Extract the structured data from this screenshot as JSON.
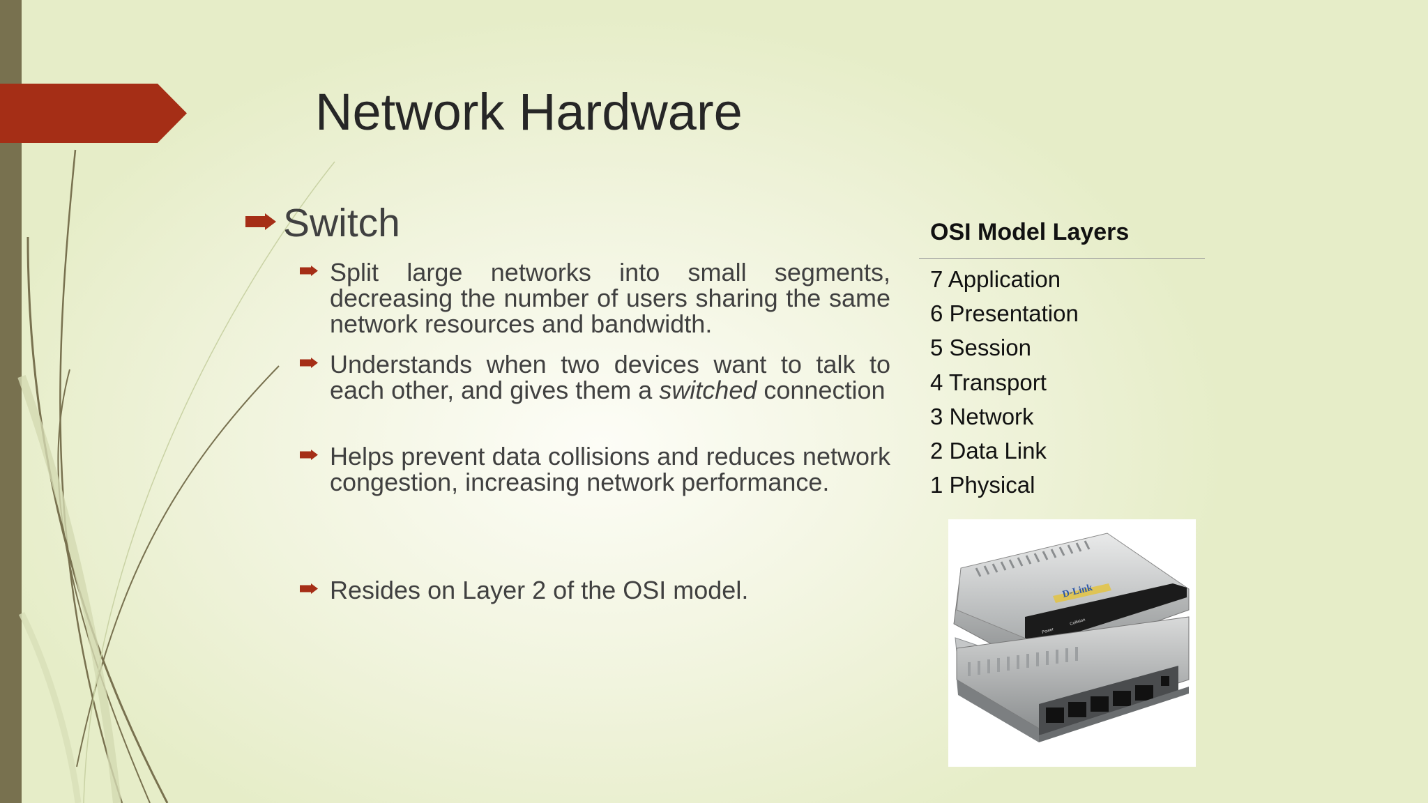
{
  "slide": {
    "title": "Network Hardware",
    "heading": "Switch",
    "bullets": [
      "Split large networks into small segments, decreasing the number of users sharing the same network resources and bandwidth.",
      {
        "before": "Understands when two devices want to talk to each other, and gives them a ",
        "emphasis": "switched",
        "after": " connection"
      },
      "Helps prevent data collisions and reduces network congestion, increasing network performance.",
      "Resides on Layer 2 of the OSI model."
    ]
  },
  "osi_table": {
    "title": "OSI Model Layers",
    "layers": [
      "7 Application",
      "6 Presentation",
      "5 Session",
      "4 Transport",
      "3 Network",
      "2 Data Link",
      "1 Physical"
    ]
  },
  "device_photo": {
    "brand": "D-Link",
    "ports": 5,
    "panel_labels": [
      "Power",
      "Collision"
    ]
  },
  "colors": {
    "accent": "#a52e16",
    "side_bar": "#78714f",
    "background": "#eef2d8",
    "title_text": "#262626",
    "body_text": "#404040"
  },
  "icons": {
    "bullet": "arrow-bullet-icon"
  }
}
